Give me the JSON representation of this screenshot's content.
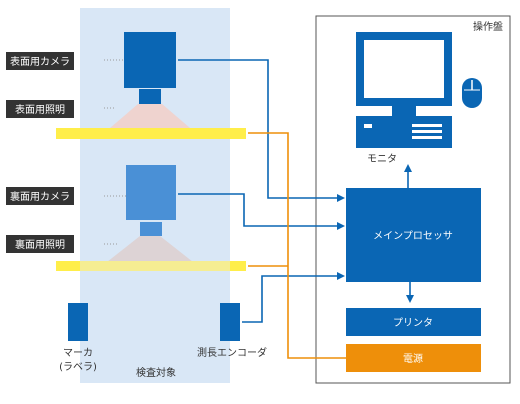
{
  "labels": {
    "front_camera": "表面用カメラ",
    "front_light": "表面用照明",
    "back_camera": "裏面用カメラ",
    "back_light": "裏面用照明",
    "marker_line1": "マーカ",
    "marker_line2": "(ラベラ)",
    "inspection_target": "検査対象",
    "encoder": "測長エンコーダ",
    "console": "操作盤",
    "monitor": "モニタ",
    "main_processor": "メインプロセッサ",
    "printer": "プリンタ",
    "power": "電源"
  },
  "colors": {
    "blue": "#0a66b4",
    "light_blue": "#4a90d6",
    "orange": "#ee8f0a",
    "yellow": "#ffee4a",
    "inspection_band": "#d9e7f6",
    "label_bg": "#333333"
  }
}
